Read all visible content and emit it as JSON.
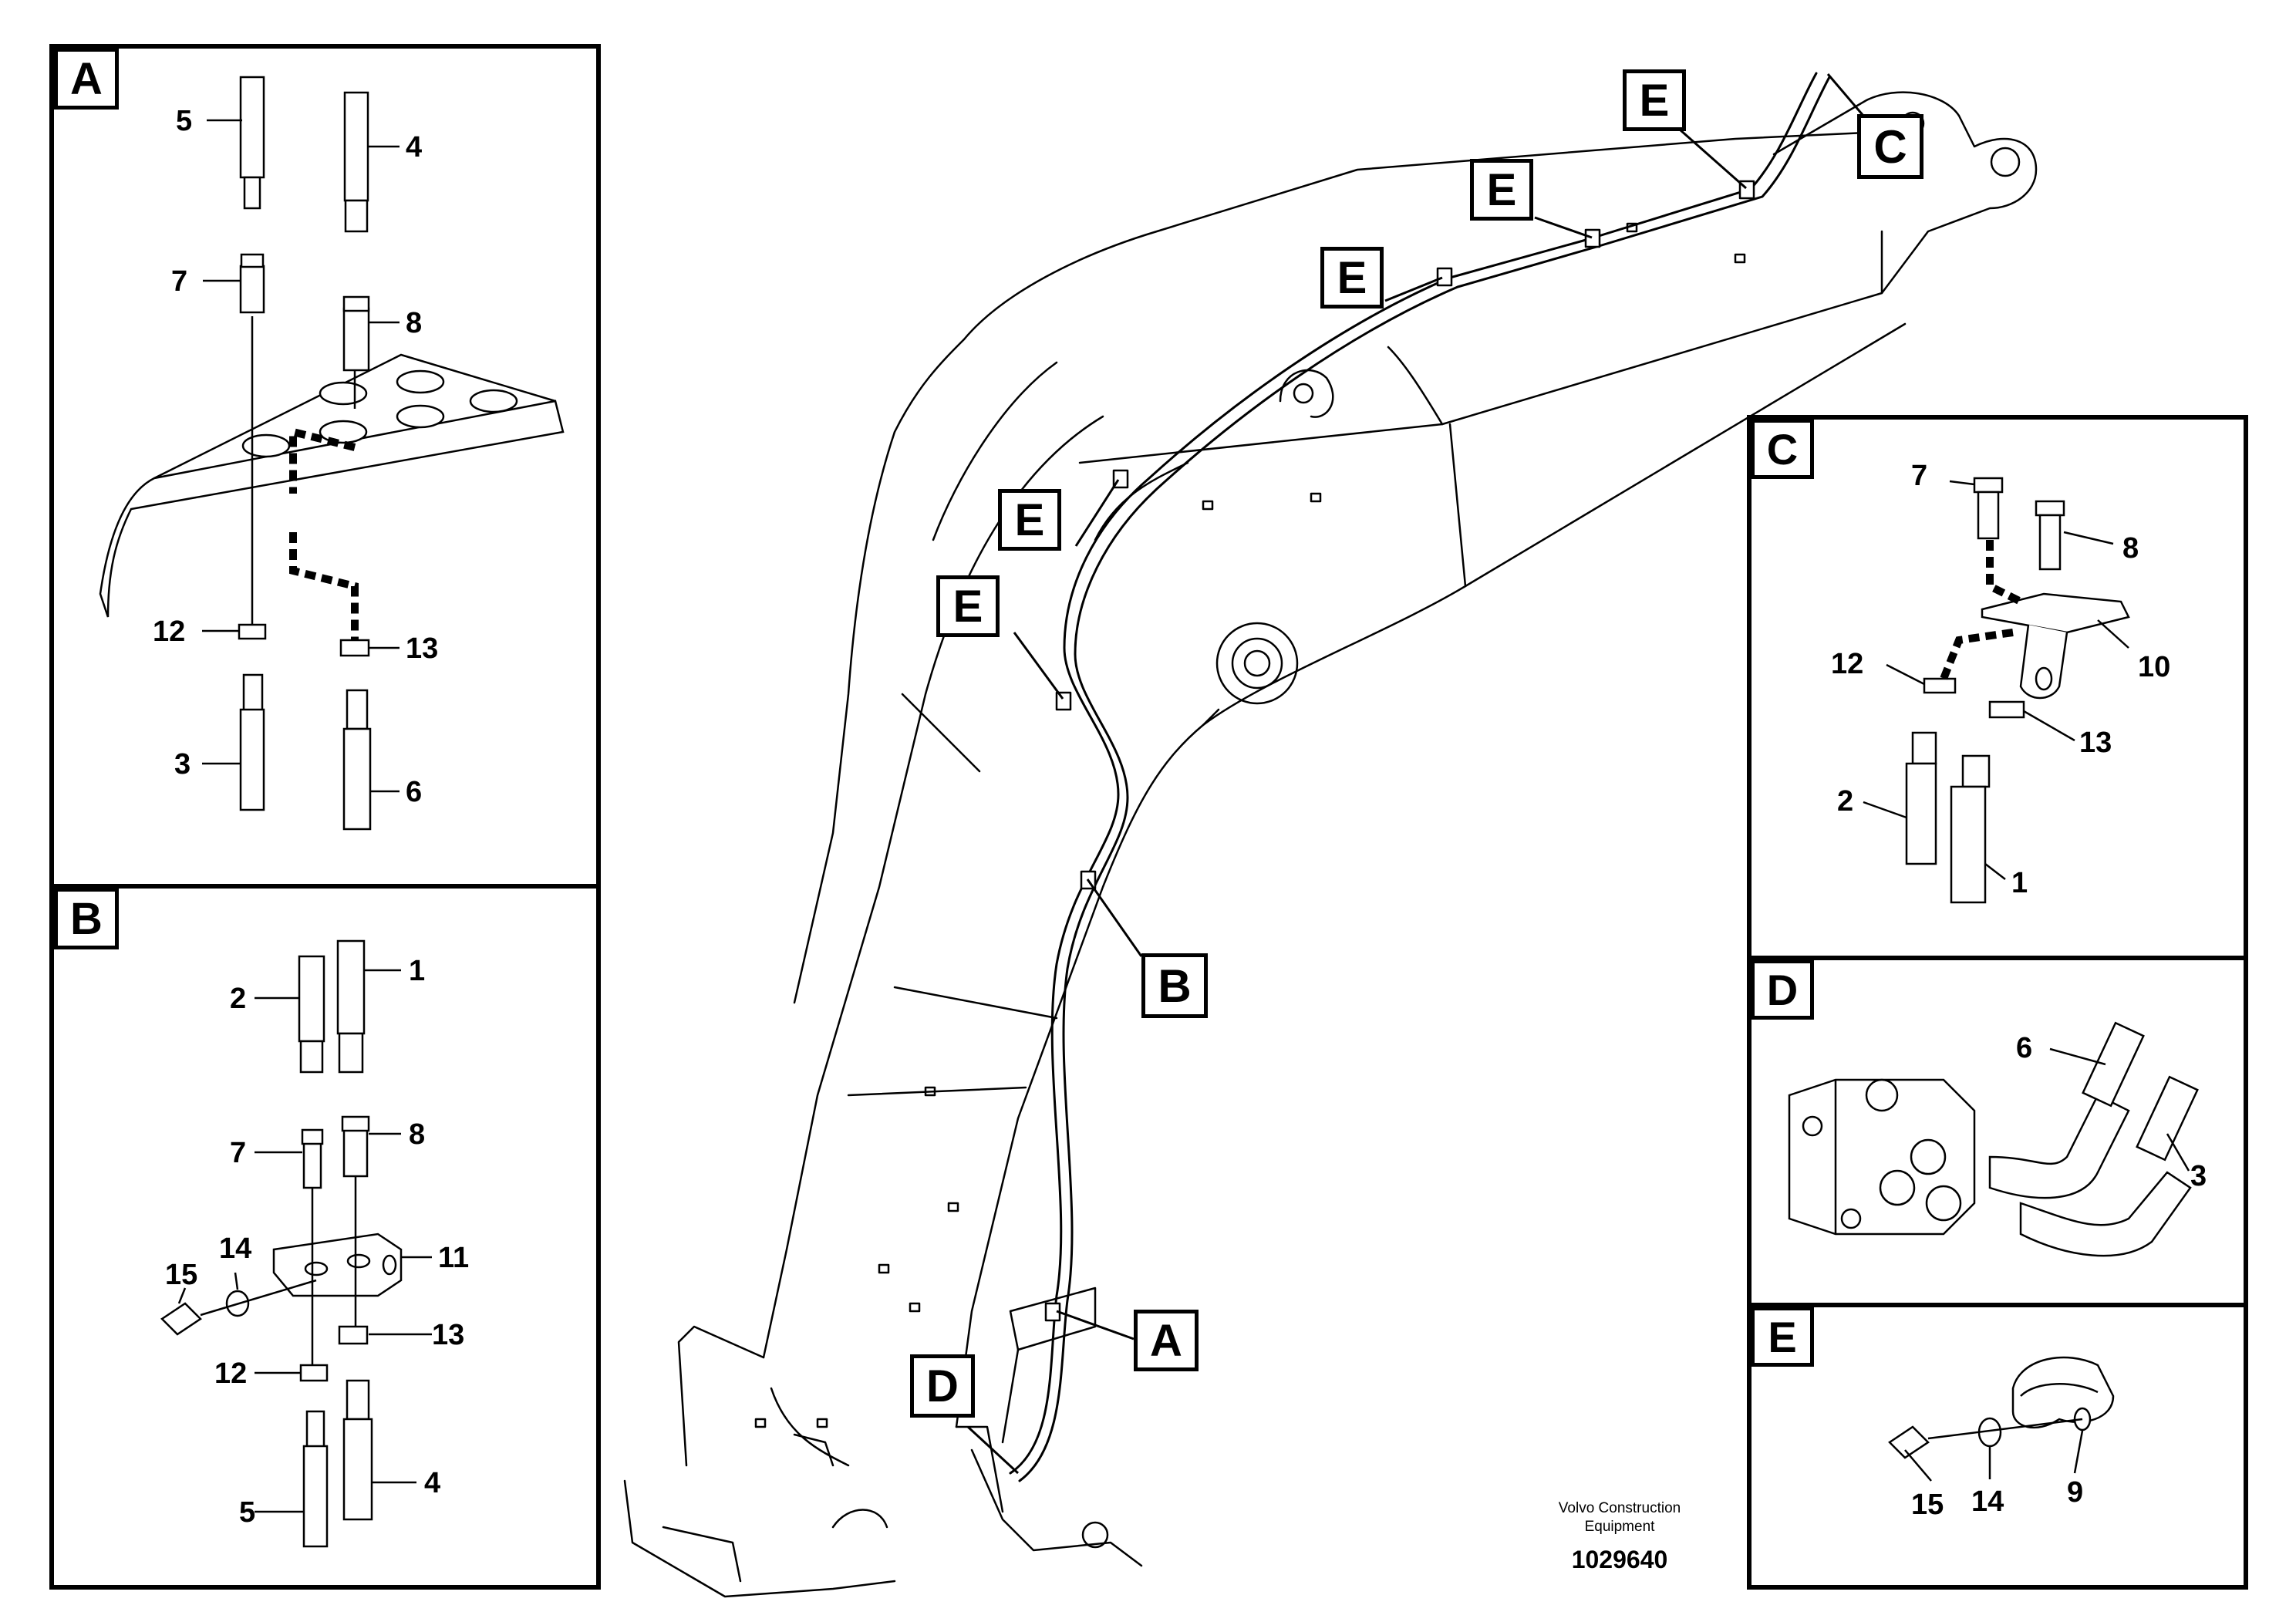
{
  "panels": {
    "A": {
      "letter": "A",
      "labels": {
        "n5": "5",
        "n4": "4",
        "n7": "7",
        "n8": "8",
        "n12": "12",
        "n13": "13",
        "n3": "3",
        "n6": "6"
      }
    },
    "B": {
      "letter": "B",
      "labels": {
        "n2": "2",
        "n1": "1",
        "n7": "7",
        "n8": "8",
        "n14": "14",
        "n11": "11",
        "n15": "15",
        "n13": "13",
        "n12": "12",
        "n5": "5",
        "n4": "4"
      }
    },
    "C": {
      "letter": "C",
      "labels": {
        "n7": "7",
        "n8": "8",
        "n12": "12",
        "n10": "10",
        "n13": "13",
        "n2": "2",
        "n1": "1"
      }
    },
    "D": {
      "letter": "D",
      "labels": {
        "n6": "6",
        "n3": "3"
      }
    },
    "E": {
      "letter": "E",
      "labels": {
        "n15": "15",
        "n14": "14",
        "n9": "9"
      }
    }
  },
  "callouts": {
    "e": "E",
    "c": "C",
    "b": "B",
    "a": "A",
    "d": "D"
  },
  "footer": {
    "company": "Volvo Construction\nEquipment",
    "company_line1": "Volvo Construction",
    "company_line2": "Equipment",
    "part_number": "1029640"
  },
  "colors": {
    "ink": "#000000",
    "paper": "#ffffff"
  }
}
